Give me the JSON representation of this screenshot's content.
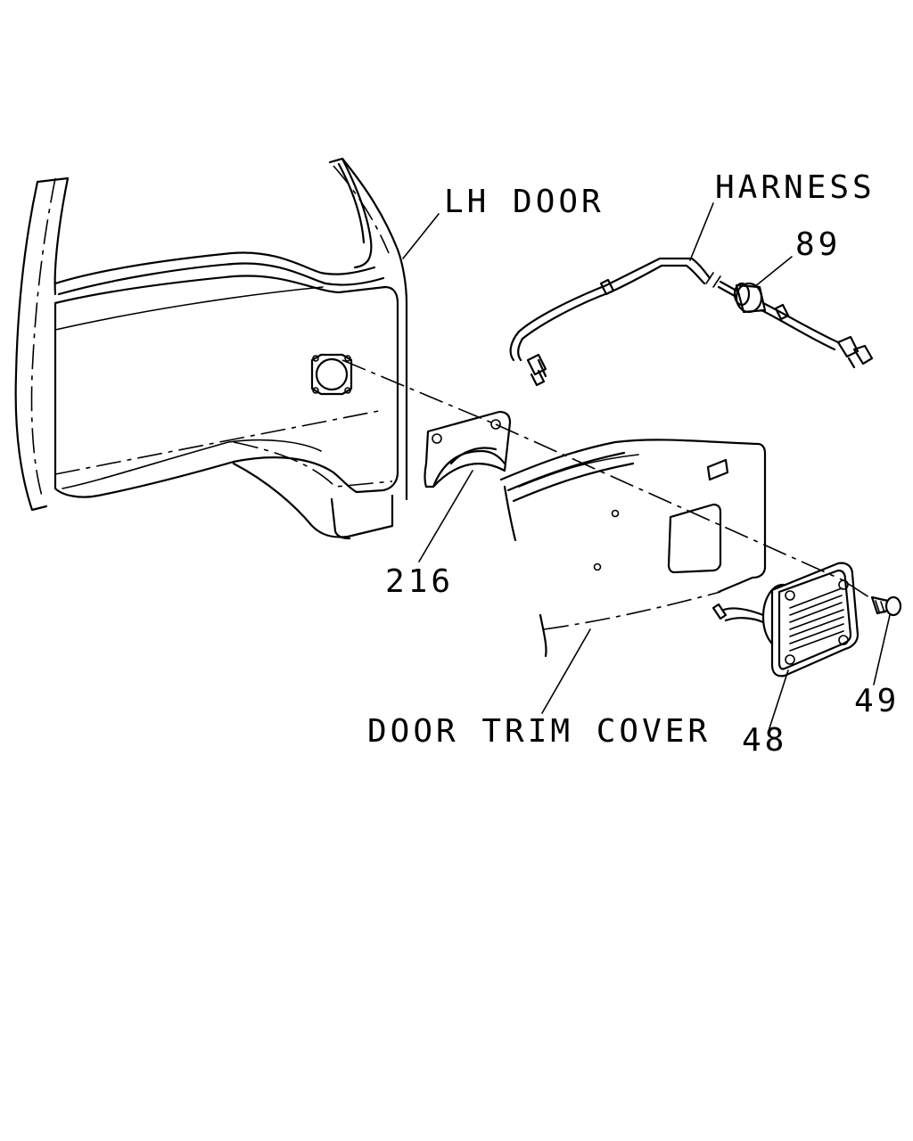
{
  "diagram": {
    "labels": {
      "lh_door": "LH DOOR",
      "harness": "HARNESS",
      "part_89": "89",
      "part_216": "216",
      "door_trim_cover": "DOOR TRIM COVER",
      "part_48": "48",
      "part_49": "49"
    }
  }
}
